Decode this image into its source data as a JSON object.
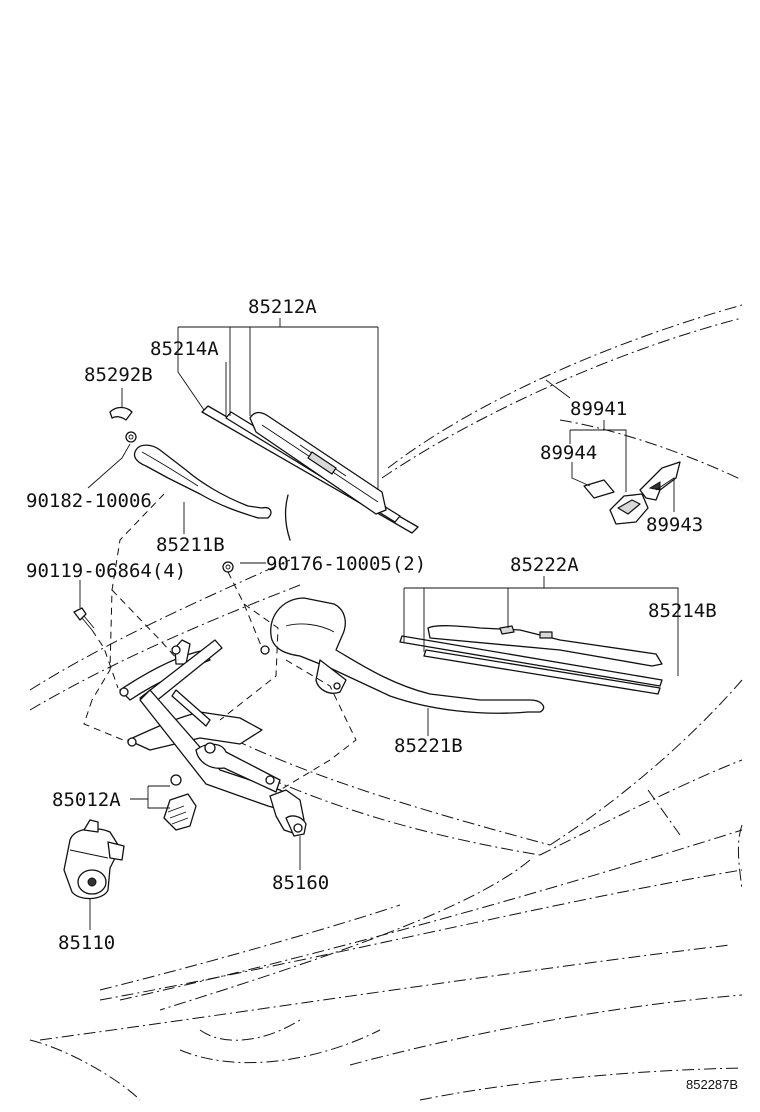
{
  "parts": {
    "p85212A": "85212A",
    "p85214A": "85214A",
    "p85292B": "85292B",
    "p90182": "90182-10006",
    "p85211B": "85211B",
    "p90119": "90119-06864(4)",
    "p90176": "90176-10005(2)",
    "p89941": "89941",
    "p89944": "89944",
    "p89943": "89943",
    "p85222A": "85222A",
    "p85214B": "85214B",
    "p85221B": "85221B",
    "p85012A": "85012A",
    "p85160": "85160",
    "p85110": "85110"
  },
  "diagram_ref": "852287B"
}
